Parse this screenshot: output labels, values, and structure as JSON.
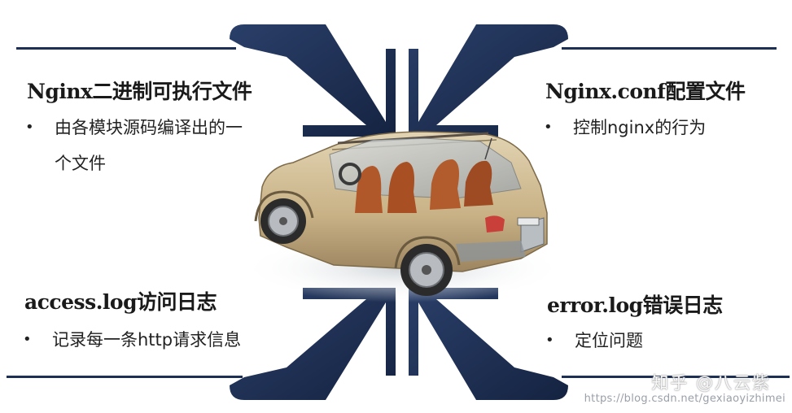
{
  "quadrants": {
    "top_left": {
      "heading": "Nginx二进制可执行文件",
      "bullet_line1": "由各模块源码编译出的一",
      "bullet_line2": "个文件"
    },
    "top_right": {
      "heading": "Nginx.conf配置文件",
      "bullet": "控制nginx的行为"
    },
    "bottom_left": {
      "heading": "access.log访问日志",
      "bullet": "记录每一条http请求信息"
    },
    "bottom_right": {
      "heading": "error.log错误日志",
      "bullet": "定位问题"
    }
  },
  "bullet_symbol": "•",
  "watermarks": {
    "zhihu": "知乎 @八云紫",
    "csdn": "https://blog.csdn.net/gexiaoyizhimei"
  },
  "colors": {
    "arrow_navy": "#1d2f52",
    "arrow_navy_dark": "#152341",
    "car_body": "#c9b48c",
    "interior": "#b0582a"
  },
  "icons": {
    "center_image": "car-cutaway-illustration"
  }
}
